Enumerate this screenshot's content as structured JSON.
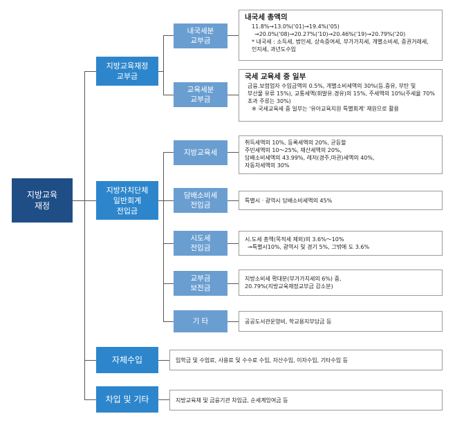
{
  "root": {
    "label": "지방교육\n재정"
  },
  "categories": [
    {
      "label": "지방교육재정\n교부금"
    },
    {
      "label": "지방자치단체\n일반회계\n전입금"
    },
    {
      "label": "자체수입"
    },
    {
      "label": "차입 및 기타"
    }
  ],
  "subcategories": [
    {
      "label": "내국세분\n교부금"
    },
    {
      "label": "교육세분\n교부금"
    },
    {
      "label": "지방교육세"
    },
    {
      "label": "담배소비세\n전입금"
    },
    {
      "label": "시도세\n전입금"
    },
    {
      "label": "교부금\n보전금"
    },
    {
      "label": "기    타"
    }
  ],
  "descriptions": {
    "naegukse": {
      "title": "내국세 총액의",
      "lines": [
        "11.8%→13.0%('01)→19.4%('05)",
        "→20.0%('08)→20.27%('10)→20.46%('19)→20.79%('20)",
        "* 내국세 : 소득세, 법인세, 상속증여세, 부가가치세, 개별소비세, 증권거래세,",
        "인지세, 과년도수입"
      ]
    },
    "gyoyukse": {
      "title": "국세 교육세 중 일부",
      "lines": [
        "금융.보험업자 수입금액의 0.5%, 개별소비세액의 30%(등.중유, 부탄 및",
        "부산물 유류 15%), 교통세액(휘발유.경유)의 15%, 주세액의 10%(주세율 70%",
        "초과 주류는 30%)",
        "※ 국세교육세 중 일부는 '유아교육지원 특별회계' 재원으로 활용"
      ]
    },
    "jibangse": {
      "lines": [
        "취득세액의 10%, 등록세액의 20%, 균등할",
        "주민세액의 10～25%, 재산세액의 20%,",
        "담배소비세액의 43.99%, 레저(경주,마권)세액의 40%,",
        "자동차세액의 30%"
      ]
    },
    "dambae": {
      "lines": [
        "특별시 · 광역시 담배소비세액의 45%"
      ]
    },
    "sido": {
      "lines": [
        "시.도세 총액(목적세 제외)의 3.6%～10%",
        "→특별시10%, 광역시 및 경기 5%, 그밖에 도 3.6%"
      ]
    },
    "bojeon": {
      "lines": [
        "지방소비세 확대분(부가가치세의 6%) 중,",
        "20.79%(지방교육재정교부금 감소분)"
      ]
    },
    "gita": {
      "lines": [
        "공공도서관운영비, 학교용지부담금 등"
      ]
    },
    "jache": {
      "lines": [
        "입학금 및 수업료, 사용료 및 수수료 수입, 자산수입, 이자수입, 기타수입 등"
      ]
    },
    "chaip": {
      "lines": [
        "지방교육채 및 금융기관 차입금, 순세계잉여금 등"
      ]
    }
  }
}
